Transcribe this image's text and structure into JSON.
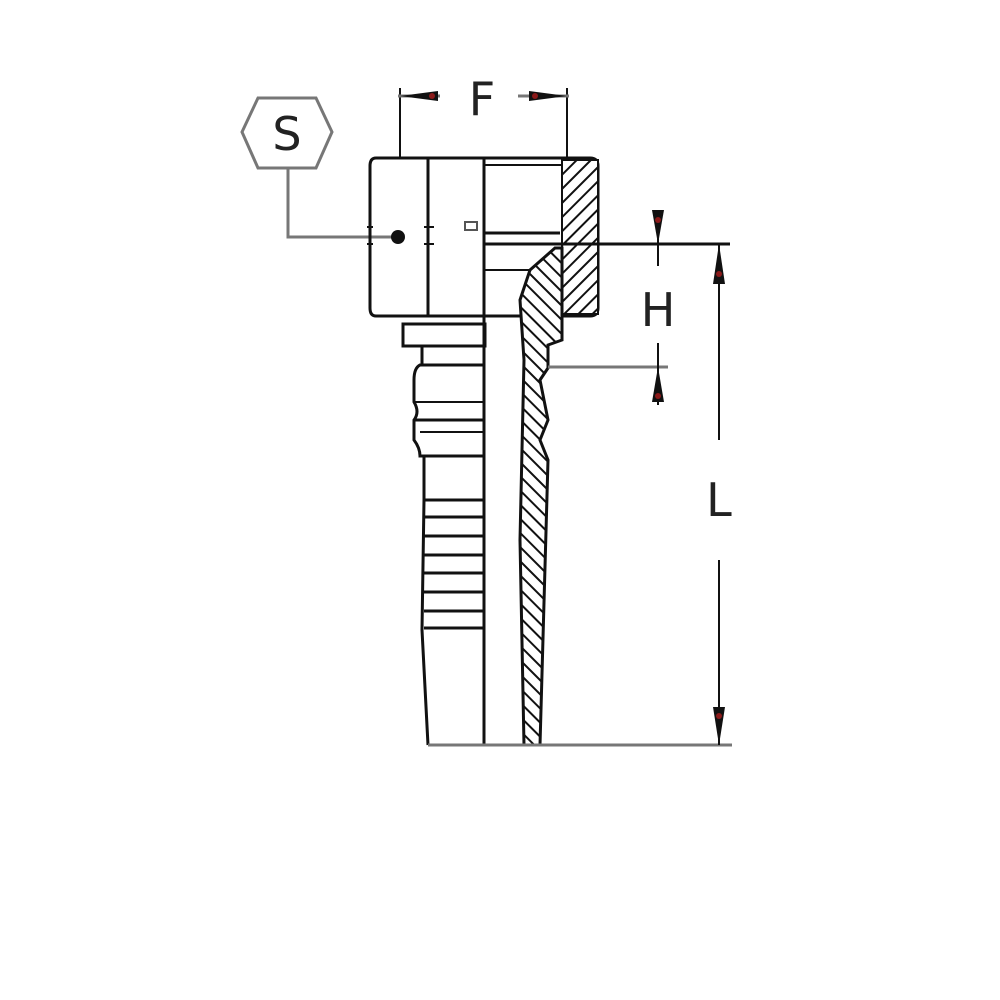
{
  "diagram": {
    "type": "technical-drawing",
    "subject": "hydraulic hose fitting (female swivel, crimp-style)",
    "labels": {
      "hex_size": "S",
      "thread_size": "F",
      "nut_height": "H",
      "length": "L"
    },
    "colors": {
      "line": "#111111",
      "background": "#ffffff",
      "arrowhead_accent": "#8b1a1a"
    }
  }
}
